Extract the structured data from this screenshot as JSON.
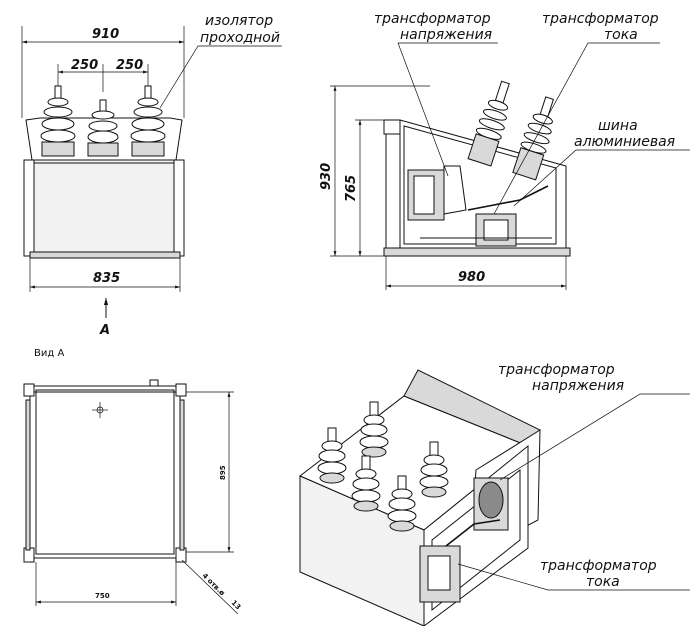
{
  "front_view": {
    "dim_overall_width": "910",
    "dim_pitch_left": "250",
    "dim_pitch_right": "250",
    "dim_base_width": "835",
    "view_arrow_label": "A",
    "label_bushing": [
      "изолятор",
      "проходной"
    ]
  },
  "side_view": {
    "dim_total_height": "930",
    "dim_body_height": "765",
    "dim_depth": "980",
    "label_voltage_transformer": [
      "трансформатор",
      "напряжения"
    ],
    "label_current_transformer": [
      "трансформатор",
      "тока"
    ],
    "label_busbar": [
      "шина",
      "алюминиевая"
    ]
  },
  "bottom_view": {
    "title": "Вид А",
    "dim_width": "750",
    "dim_height": "895",
    "dim_holes": "4 отв.ø",
    "dim_hole_size": "13"
  },
  "iso_view": {
    "label_voltage_transformer": [
      "трансформатор",
      "напряжения"
    ],
    "label_current_transformer": [
      "трансформатор",
      "тока"
    ]
  }
}
